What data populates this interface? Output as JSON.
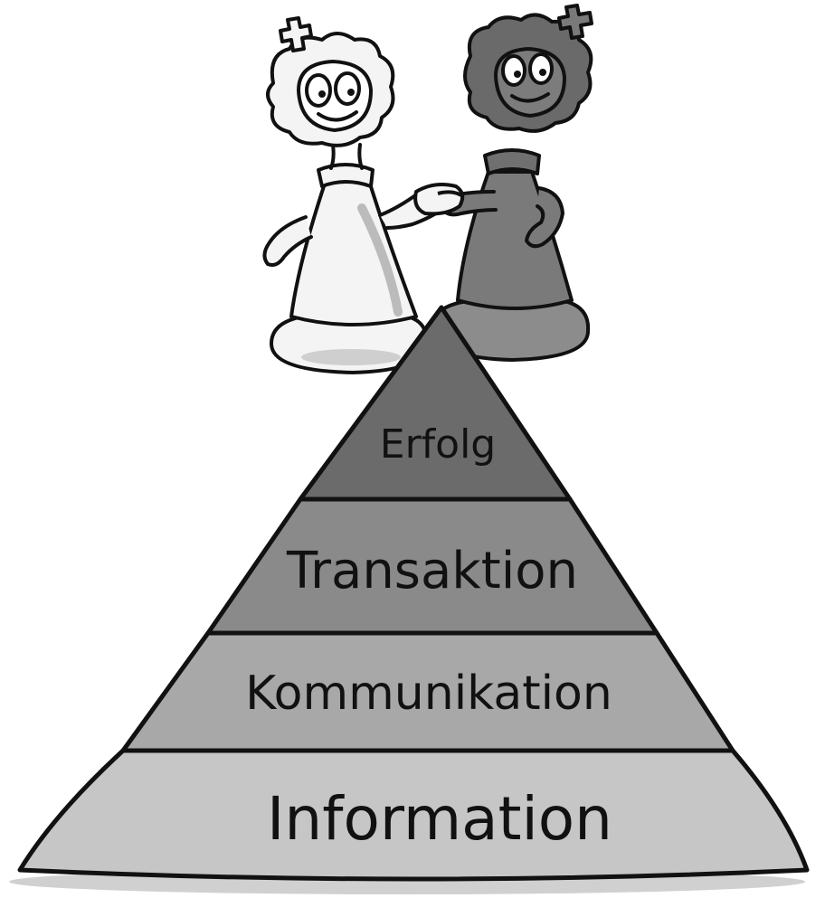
{
  "pyramid": {
    "levels": [
      {
        "label": "Erfolg",
        "color": "#6b6b6b"
      },
      {
        "label": "Transaktion",
        "color": "#8a8a8a"
      },
      {
        "label": "Kommunikation",
        "color": "#a8a8a8"
      },
      {
        "label": "Information",
        "color": "#c6c6c6"
      }
    ],
    "outline_color": "#111111"
  },
  "figures": {
    "left": {
      "name": "white-queen-figure",
      "color": "#f4f4f4"
    },
    "right": {
      "name": "black-queen-figure",
      "color": "#7a7a7a"
    }
  }
}
